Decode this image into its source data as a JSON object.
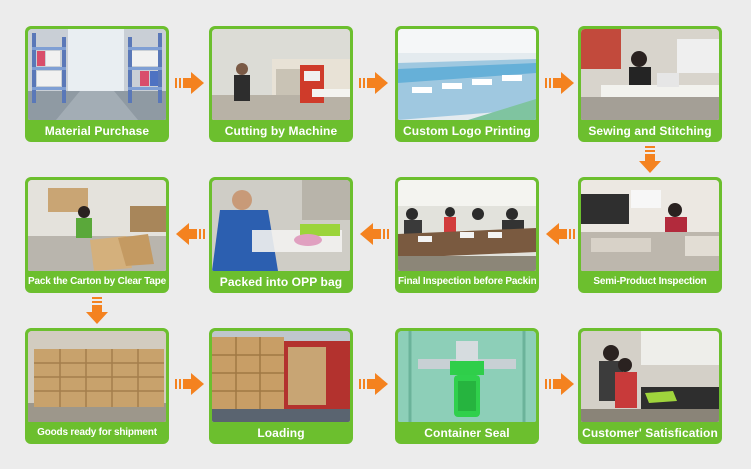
{
  "accent_color": "#f4821f",
  "card_color": "#6cbf2e",
  "steps": [
    {
      "label": "Material Purchase"
    },
    {
      "label": "Cutting by Machine"
    },
    {
      "label": "Custom Logo Printing"
    },
    {
      "label": "Sewing and Stitching"
    },
    {
      "label": "Semi-Product Inspection"
    },
    {
      "label": "Final Inspection before Packing"
    },
    {
      "label": "Packed into OPP bag"
    },
    {
      "label": "Pack the Carton by Clear Tape"
    },
    {
      "label": "Goods ready for shipment"
    },
    {
      "label": "Loading"
    },
    {
      "label": "Container Seal"
    },
    {
      "label": "Customer' Satisfication"
    }
  ]
}
